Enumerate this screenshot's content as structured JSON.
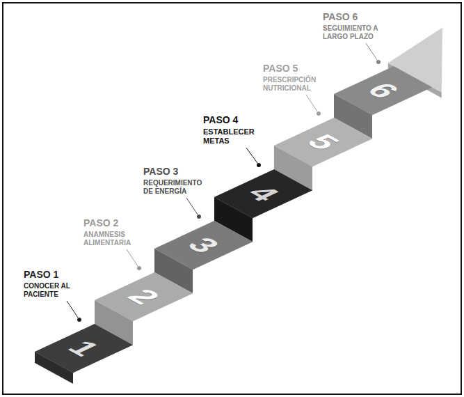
{
  "diagram": {
    "nodes": [
      {
        "text": [
          "1"
        ]
      },
      {
        "text": [
          "2"
        ]
      },
      {
        "text": [
          "3"
        ]
      },
      {
        "text": [
          "4"
        ]
      },
      {
        "text": [
          "5"
        ]
      },
      {
        "text": [
          "6"
        ]
      }
    ],
    "labels": [
      "PASO 1",
      "CONOCER AL PACIENTE",
      "PASO 2",
      "ANAMNESIS ALIMENTARIA",
      "PASO 3",
      "REQUERIMIENTO DE ENERGÍA",
      "PASO 4",
      "ESTABLECER METAS",
      "PASO 5",
      "PRESCRIPCIÓN NUTRICIONAL",
      "PASO 6",
      "SEGUIMIENTO A LARGO PLAZO"
    ]
  }
}
